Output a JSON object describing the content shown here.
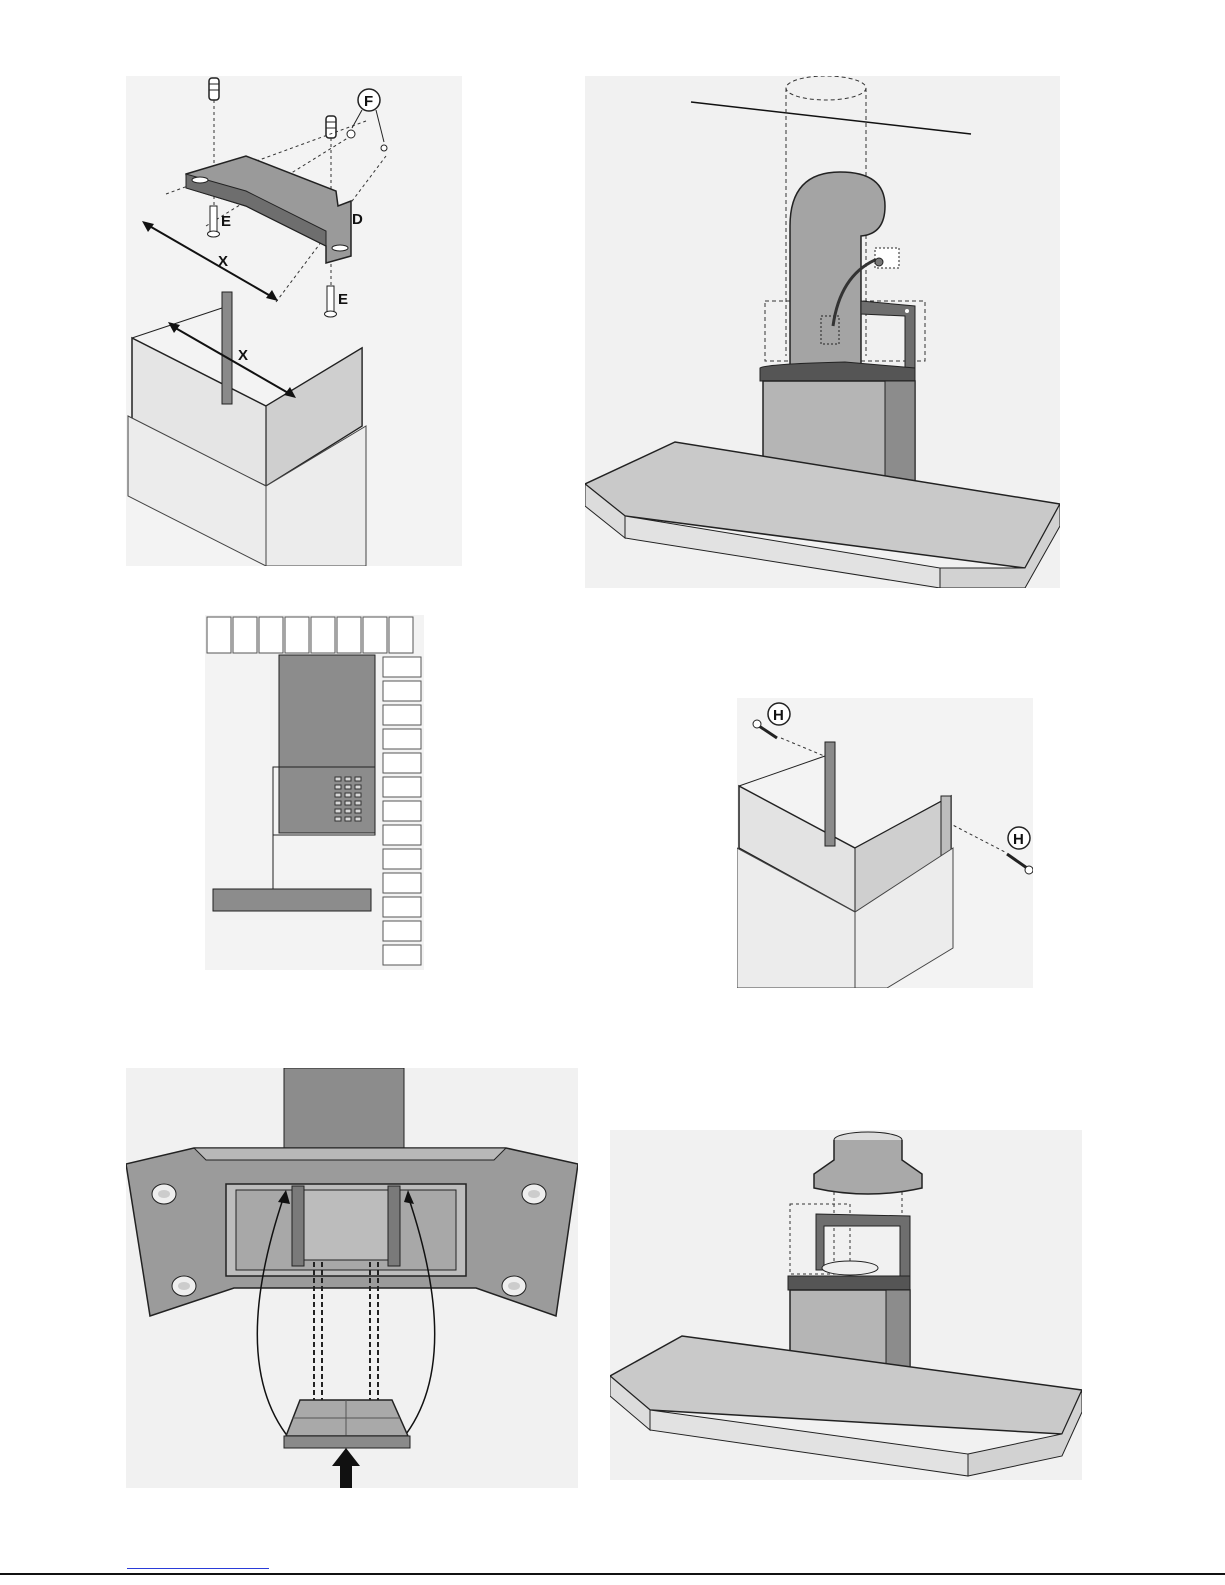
{
  "figures": [
    {
      "labels": {
        "f": "F",
        "d": "D",
        "e1": "E",
        "e2": "E",
        "x1": "X",
        "x2": "X"
      }
    },
    {},
    {},
    {
      "labels": {
        "h1": "H",
        "h2": "H"
      }
    },
    {},
    {}
  ],
  "colors": {
    "panel_bg": "#f1f1f1",
    "metal_light": "#d9d9d9",
    "metal_mid": "#a9a9a9",
    "metal_dark": "#6e6e6e",
    "ink": "#1a1a1a",
    "link_underline": "#2a3bd8"
  }
}
